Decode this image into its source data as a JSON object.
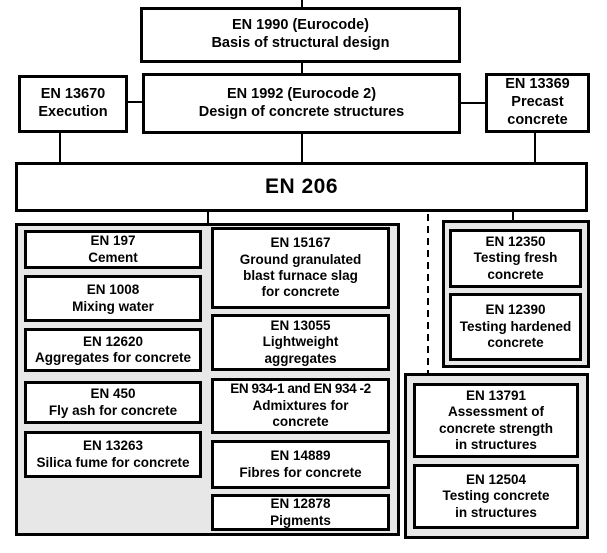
{
  "nodes": {
    "en1990": {
      "code": "EN 1990 (Eurocode)",
      "label": "Basis of structural design"
    },
    "en13670": {
      "code": "EN 13670",
      "label": "Execution"
    },
    "en1992": {
      "code": "EN 1992 (Eurocode 2)",
      "label": "Design of concrete structures"
    },
    "en13369": {
      "code": "EN 13369",
      "label": "Precast\nconcrete"
    },
    "en206": {
      "code": "EN 206"
    }
  },
  "left_column": [
    {
      "code": "EN 197",
      "label": "Cement"
    },
    {
      "code": "EN 1008",
      "label": "Mixing water"
    },
    {
      "code": "EN 12620",
      "label": "Aggregates for concrete"
    },
    {
      "code": "EN 450",
      "label": "Fly ash for concrete"
    },
    {
      "code": "EN 13263",
      "label": "Silica fume for concrete"
    }
  ],
  "middle_column": [
    {
      "code": "EN 15167",
      "label": "Ground granulated\nblast furnace slag\nfor concrete"
    },
    {
      "code": "EN 13055",
      "label": "Lightweight\naggregates"
    },
    {
      "code": "EN 934-1 and EN 934 -2",
      "label": "Admixtures for\nconcrete"
    },
    {
      "code": "EN 14889",
      "label": "Fibres for concrete"
    },
    {
      "code": "EN 12878",
      "label": "Pigments"
    }
  ],
  "right_top_group": [
    {
      "code": "EN 12350",
      "label": "Testing fresh\nconcrete"
    },
    {
      "code": "EN 12390",
      "label": "Testing hardened\nconcrete"
    }
  ],
  "right_bottom_group": [
    {
      "code": "EN 13791",
      "label": "Assessment of\nconcrete strength\nin structures"
    },
    {
      "code": "EN 12504",
      "label": "Testing concrete\nin structures"
    }
  ],
  "colors": {
    "border": "#000000",
    "panel_fill": "#e7e7e7",
    "box_fill": "#ffffff",
    "background": "#ffffff"
  }
}
